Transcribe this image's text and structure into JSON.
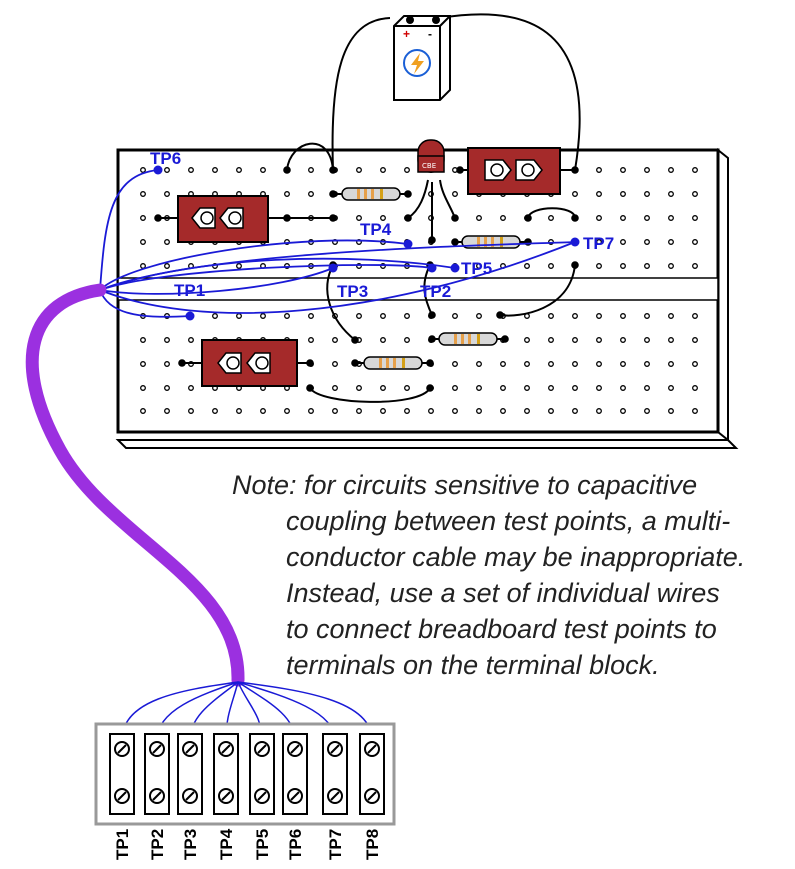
{
  "breadboard_test_points": [
    {
      "label": "TP6"
    },
    {
      "label": "TP4"
    },
    {
      "label": "TP7"
    },
    {
      "label": "TP5"
    },
    {
      "label": "TP1"
    },
    {
      "label": "TP3"
    },
    {
      "label": "TP2"
    }
  ],
  "battery": {
    "plus": "+",
    "minus": "-"
  },
  "transistor_marking": "CBE",
  "note": {
    "lines": [
      "Note: for circuits sensitive to capacitive",
      "coupling between test points, a multi-",
      "conductor cable may be inappropriate.",
      "Instead, use a set of individual wires",
      "to connect breadboard test points to",
      "terminals on the terminal block."
    ]
  },
  "terminal_block": {
    "labels": [
      "TP1",
      "TP2",
      "TP3",
      "TP4",
      "TP5",
      "TP6",
      "TP7",
      "TP8"
    ]
  },
  "colors": {
    "wire_blue": "#1a1ad6",
    "cable_purple": "#9b30e0",
    "component_red": "#a52a2a",
    "board_outline": "#000000"
  }
}
